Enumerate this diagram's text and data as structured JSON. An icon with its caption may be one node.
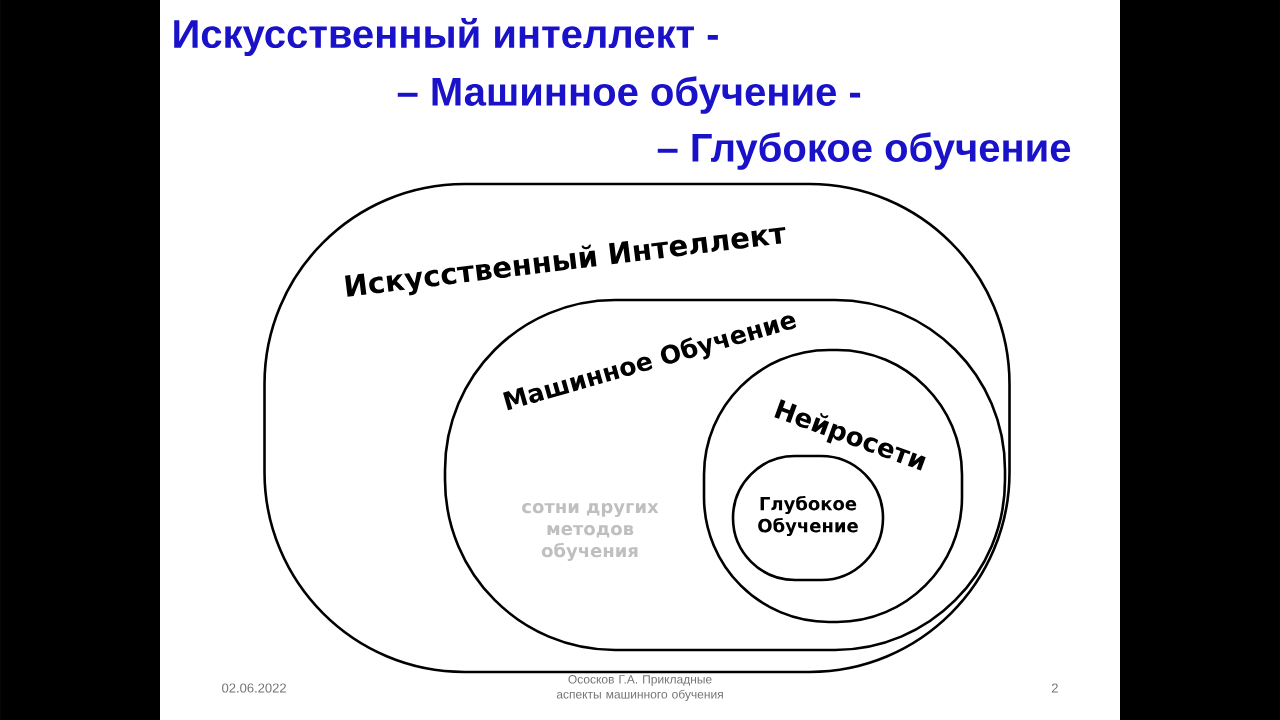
{
  "diagram": {
    "nodes": [
      {
        "text": [
          "Искусственный Интеллект"
        ]
      },
      {
        "text": [
          "Машинное Обучение",
          "сотни других методов обучения"
        ],
        "in": 0
      },
      {
        "text": [
          "Нейросети"
        ],
        "in": 1
      },
      {
        "text": [
          "Глубокое Обучение"
        ],
        "in": 2
      }
    ],
    "labels": [
      "Искусственный интеллект -",
      "– Машинное  обучение -",
      "– Глубокое обучение",
      "02.06.2022",
      "Ососков Г.А. Прикладные аспекты машинного обучения",
      "2"
    ]
  }
}
